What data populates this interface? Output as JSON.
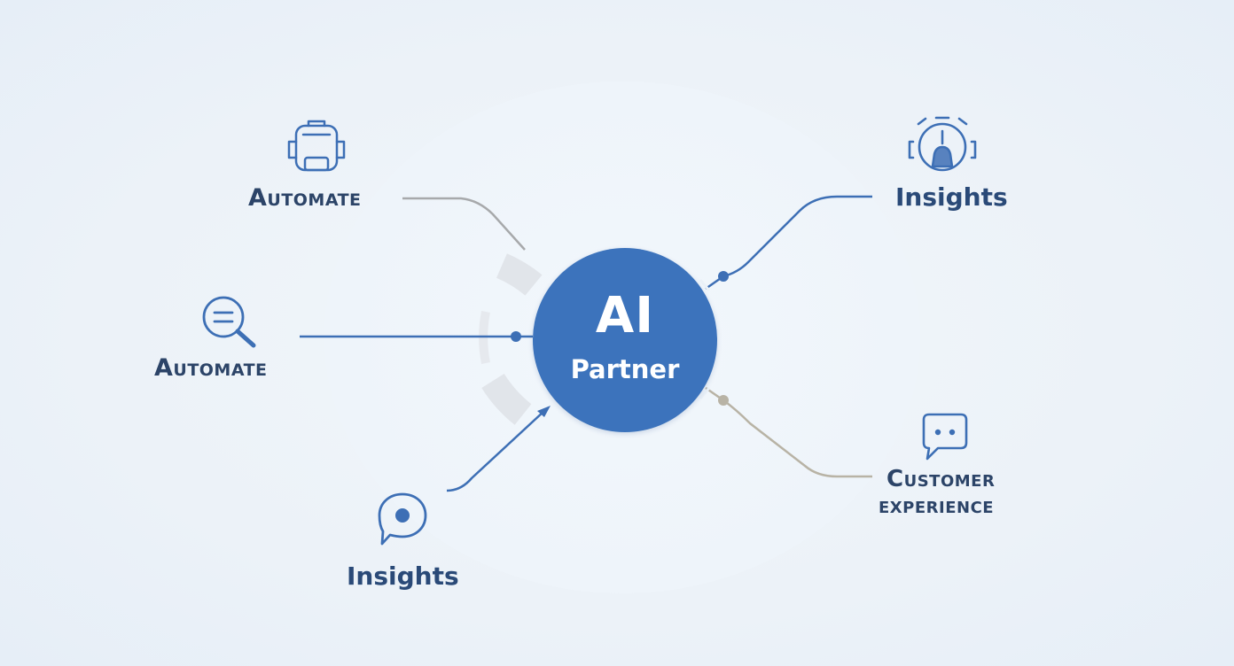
{
  "hub": {
    "title": "AI",
    "subtitle": "Partner"
  },
  "nodes": {
    "top_left": {
      "label": "Automate",
      "icon": "robot-icon"
    },
    "mid_left": {
      "label": "Automate",
      "icon": "magnifier-icon"
    },
    "bottom_left": {
      "label": "Insights",
      "icon": "chat-bubble-dot-icon"
    },
    "top_right": {
      "label": "Insights",
      "icon": "headset-person-icon"
    },
    "bottom_right": {
      "label_line1": "Customer",
      "label_line2": "experience",
      "icon": "chat-bubble-icon"
    }
  },
  "colors": {
    "background": "#eaf1f8",
    "hub": "#3c73bc",
    "link_blue": "#3d6fb5",
    "link_gray": "#a7a9ab",
    "link_tan": "#b8b3a5",
    "label": "#2c4468",
    "icon": "#3d6fb5"
  }
}
